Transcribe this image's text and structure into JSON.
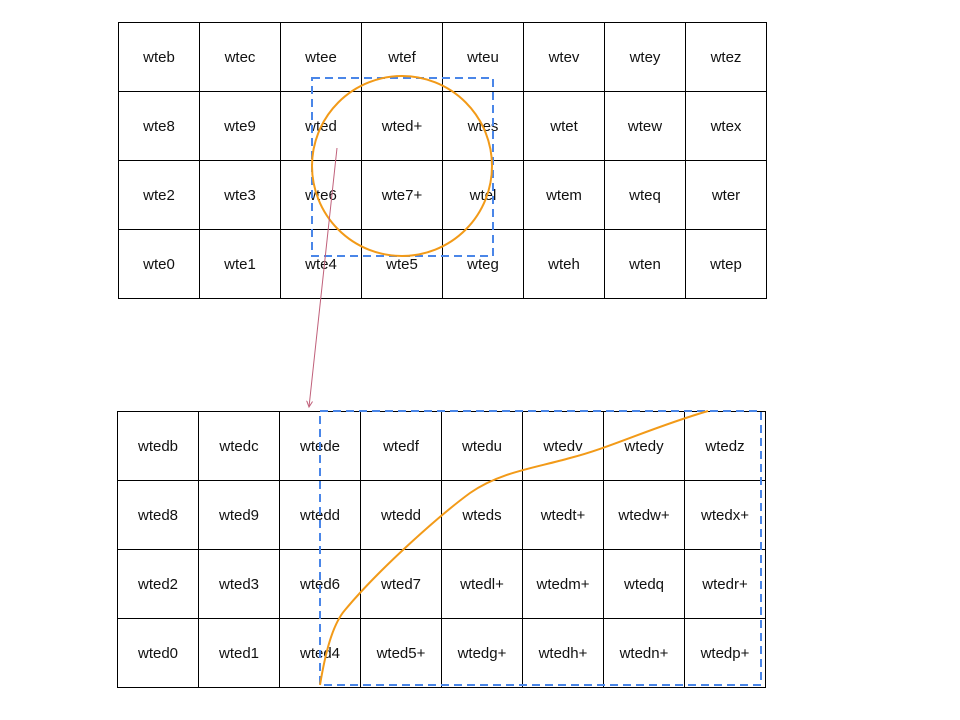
{
  "top_grid": {
    "rows": [
      [
        "wteb",
        "wtec",
        "wtee",
        "wtef",
        "wteu",
        "wtev",
        "wtey",
        "wtez"
      ],
      [
        "wte8",
        "wte9",
        "wted",
        "wted+",
        "wtes",
        "wtet",
        "wtew",
        "wtex"
      ],
      [
        "wte2",
        "wte3",
        "wte6",
        "wte7+",
        "wtel",
        "wtem",
        "wteq",
        "wter"
      ],
      [
        "wte0",
        "wte1",
        "wte4",
        "wte5",
        "wteg",
        "wteh",
        "wten",
        "wtep"
      ]
    ]
  },
  "bottom_grid": {
    "rows": [
      [
        "wtedb",
        "wtedc",
        "wtede",
        "wtedf",
        "wtedu",
        "wtedv",
        "wtedy",
        "wtedz"
      ],
      [
        "wted8",
        "wted9",
        "wtedd",
        "wtedd",
        "wteds",
        "wtedt+",
        "wtedw+",
        "wtedx+"
      ],
      [
        "wted2",
        "wted3",
        "wted6",
        "wted7",
        "wtedl+",
        "wtedm+",
        "wtedq",
        "wtedr+"
      ],
      [
        "wted0",
        "wted1",
        "wted4",
        "wted5+",
        "wtedg+",
        "wtedh+",
        "wtedn+",
        "wtedp+"
      ]
    ]
  },
  "colors": {
    "selection_box": "#4a86e8",
    "circle": "#f29a18",
    "arrow": "#c0607a",
    "grid_line": "#000000"
  }
}
